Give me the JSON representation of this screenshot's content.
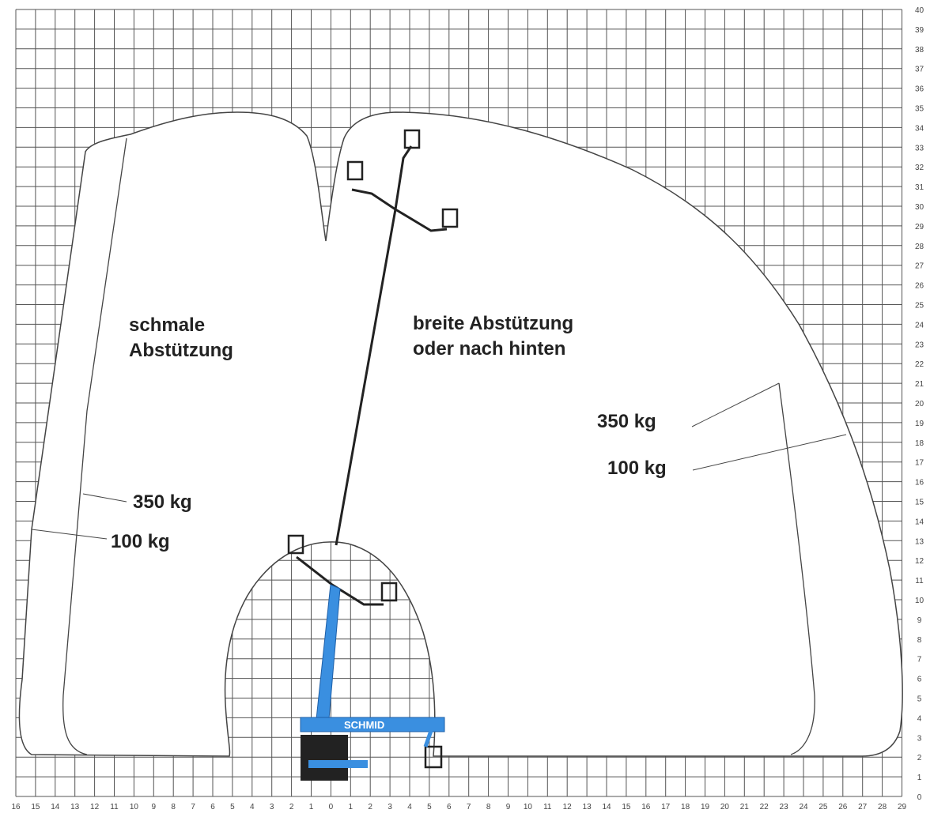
{
  "diagram": {
    "x_axis_labels": [
      "16",
      "15",
      "14",
      "13",
      "12",
      "11",
      "10",
      "9",
      "8",
      "7",
      "6",
      "5",
      "4",
      "3",
      "2",
      "1",
      "0",
      "1",
      "2",
      "3",
      "4",
      "5",
      "6",
      "7",
      "8",
      "9",
      "10",
      "11",
      "12",
      "13",
      "14",
      "15",
      "16",
      "17",
      "18",
      "19",
      "20",
      "21",
      "22",
      "23",
      "24",
      "25",
      "26",
      "27",
      "28",
      "29"
    ],
    "y_axis_labels": [
      "0",
      "1",
      "2",
      "3",
      "4",
      "5",
      "6",
      "7",
      "8",
      "9",
      "10",
      "11",
      "12",
      "13",
      "14",
      "15",
      "16",
      "17",
      "18",
      "19",
      "20",
      "21",
      "22",
      "23",
      "24",
      "25",
      "26",
      "27",
      "28",
      "29",
      "30",
      "31",
      "32",
      "33",
      "34",
      "35",
      "36",
      "37",
      "38",
      "39",
      "40"
    ],
    "zones": {
      "narrow": {
        "line1": "schmale",
        "line2": "Abstützung"
      },
      "wide": {
        "line1": "breite Abstützung",
        "line2": "oder nach hinten"
      }
    },
    "loads": {
      "left_350": "350 kg",
      "left_100": "100 kg",
      "right_350": "350 kg",
      "right_100": "100 kg"
    },
    "vehicle_brand": "SCHMID",
    "colors": {
      "grid": "#555555",
      "envelope": "#444444",
      "boom": "#3a8fe0",
      "text": "#222222"
    }
  }
}
